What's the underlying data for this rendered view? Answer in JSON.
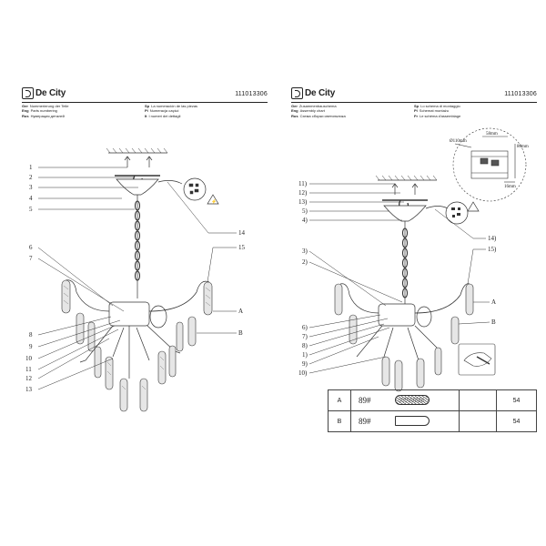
{
  "left": {
    "brand": "De City",
    "code": "111013306",
    "langs": [
      [
        "Ger",
        "Nummerierung der Teile",
        "Sp",
        "La numeración de las piezas"
      ],
      [
        "Eng",
        "Parts numbering",
        "Pl",
        "Numeracja części"
      ],
      [
        "Rus",
        "Нумерация деталей",
        "It",
        "I numeri dei dettagli"
      ]
    ],
    "callouts_left": [
      "1",
      "2",
      "3",
      "4",
      "5",
      "6",
      "7",
      "8",
      "9",
      "10",
      "11",
      "12",
      "13"
    ],
    "callouts_right": [
      "14",
      "15",
      "A",
      "B"
    ]
  },
  "right": {
    "brand": "De City",
    "code": "111013306",
    "langs": [
      [
        "Ger",
        "Zusammenbauschema",
        "Sp",
        "Lo schema di montaggio"
      ],
      [
        "Eng",
        "Assembly chart",
        "Pl",
        "Schemat montażu"
      ],
      [
        "Rus",
        "Схема сборки светильника",
        "Fr",
        "Le schéma d'assemblage"
      ]
    ],
    "callouts_left": [
      "11)",
      "12)",
      "13)",
      "5)",
      "4)",
      "3)",
      "2)",
      "6)",
      "7)",
      "8)",
      "1)",
      "9)",
      "10)"
    ],
    "callouts_right": [
      "14)",
      "15)",
      "A",
      "B"
    ],
    "detail": {
      "dia": "Ø110mm",
      "w": "58mm",
      "h": "80mm",
      "t": "16mm"
    },
    "table": [
      {
        "id": "A",
        "code": "89#",
        "qty": "54"
      },
      {
        "id": "B",
        "code": "89#",
        "qty": "54"
      }
    ]
  }
}
